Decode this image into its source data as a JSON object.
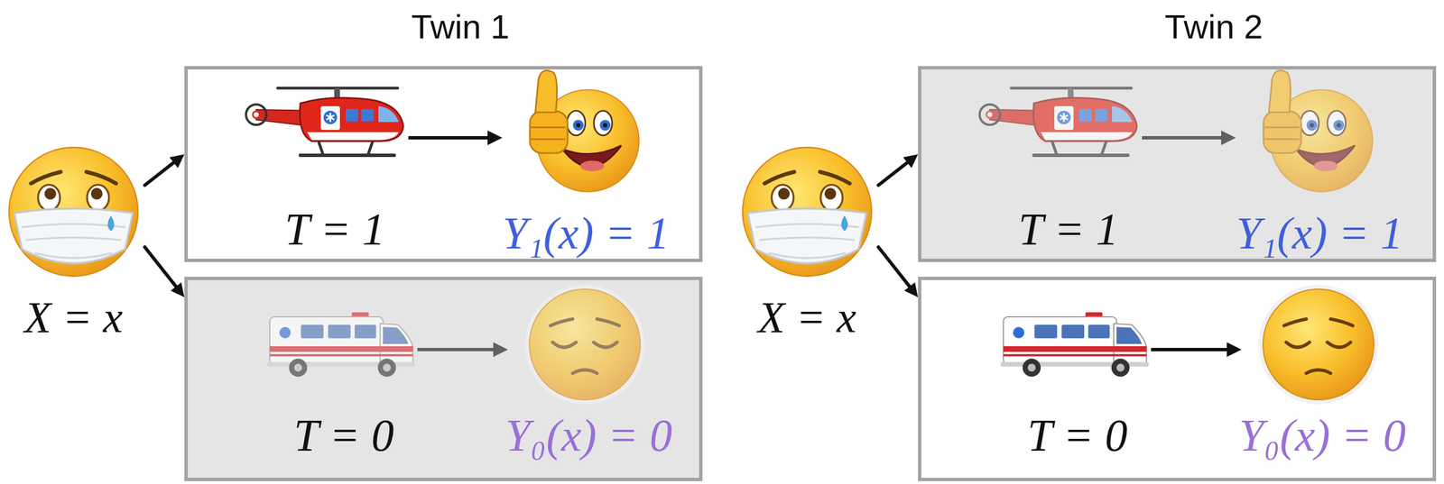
{
  "diagram": {
    "nodes": [
      {
        "text": [
          "X = x"
        ]
      },
      {
        "text": [
          "T = 1",
          "Y₁(x) = 1"
        ]
      },
      {
        "text": [
          "T = 0",
          "Y₀(x) = 0"
        ]
      },
      {
        "text": [
          "X = x"
        ]
      },
      {
        "text": [
          "T = 1",
          "Y₁(x) = 1"
        ]
      },
      {
        "text": [
          "T = 0",
          "Y₀(x) = 0"
        ]
      }
    ],
    "edges": [
      {
        "from": 0,
        "to": 1,
        "arrow": "to"
      },
      {
        "from": 0,
        "to": 2,
        "arrow": "to"
      },
      {
        "from": 3,
        "to": 4,
        "arrow": "to"
      },
      {
        "from": 3,
        "to": 5,
        "arrow": "to"
      }
    ],
    "labels": [
      "Twin 1",
      "Twin 2"
    ]
  }
}
